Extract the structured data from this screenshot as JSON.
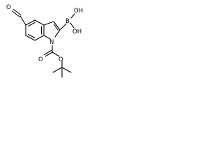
{
  "molecule": {
    "atoms": {
      "o_aldehyde": "O",
      "boron": "B",
      "oh_upper": "OH",
      "oh_lower": "OH",
      "nitrogen": "N",
      "o_carbonyl": "O",
      "o_ester": "O"
    }
  },
  "colors": {
    "bond": "#000000",
    "background": "#ffffff"
  }
}
